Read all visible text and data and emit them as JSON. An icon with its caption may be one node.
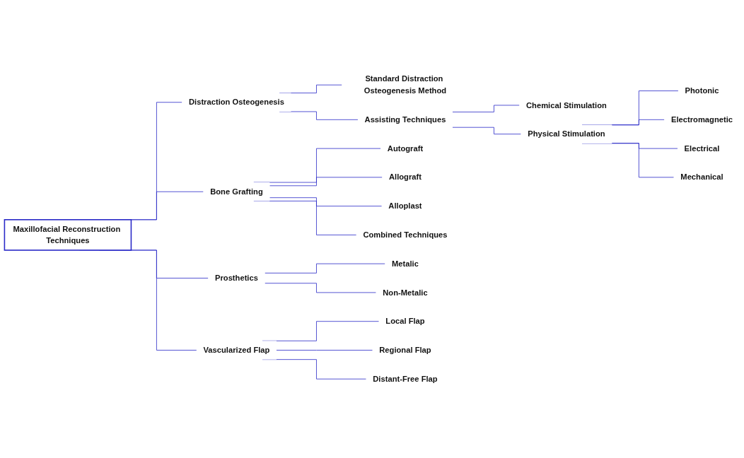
{
  "diagram": {
    "nodes": [
      {
        "text": [
          "Maxillofacial Reconstruction Techniques"
        ]
      },
      {
        "text": [
          "Distraction Osteogenesis"
        ]
      },
      {
        "text": [
          "Standard Distraction Osteogenesis Method"
        ]
      },
      {
        "text": [
          "Assisting Techniques"
        ]
      },
      {
        "text": [
          "Chemical Stimulation"
        ]
      },
      {
        "text": [
          "Physical Stimulation"
        ]
      },
      {
        "text": [
          "Photonic"
        ]
      },
      {
        "text": [
          "Electromagnetic"
        ]
      },
      {
        "text": [
          "Electrical"
        ]
      },
      {
        "text": [
          "Mechanical"
        ]
      },
      {
        "text": [
          "Bone Grafting"
        ]
      },
      {
        "text": [
          "Autograft"
        ]
      },
      {
        "text": [
          "Allograft"
        ]
      },
      {
        "text": [
          "Alloplast"
        ]
      },
      {
        "text": [
          "Combined Techniques"
        ]
      },
      {
        "text": [
          "Prosthetics"
        ]
      },
      {
        "text": [
          "Metalic"
        ]
      },
      {
        "text": [
          "Non-Metalic"
        ]
      },
      {
        "text": [
          "Vascularized Flap"
        ]
      },
      {
        "text": [
          "Local Flap"
        ]
      },
      {
        "text": [
          "Regional Flap"
        ]
      },
      {
        "text": [
          "Distant-Free Flap"
        ]
      }
    ],
    "edges": [
      {
        "from": 0,
        "to": 1,
        "arrow": "none"
      },
      {
        "from": 0,
        "to": 10,
        "arrow": "none"
      },
      {
        "from": 0,
        "to": 15,
        "arrow": "none"
      },
      {
        "from": 0,
        "to": 18,
        "arrow": "none"
      },
      {
        "from": 1,
        "to": 2,
        "arrow": "none"
      },
      {
        "from": 1,
        "to": 3,
        "arrow": "none"
      },
      {
        "from": 3,
        "to": 4,
        "arrow": "none"
      },
      {
        "from": 3,
        "to": 5,
        "arrow": "none"
      },
      {
        "from": 5,
        "to": 6,
        "arrow": "none"
      },
      {
        "from": 5,
        "to": 7,
        "arrow": "none"
      },
      {
        "from": 5,
        "to": 8,
        "arrow": "none"
      },
      {
        "from": 5,
        "to": 9,
        "arrow": "none"
      },
      {
        "from": 10,
        "to": 11,
        "arrow": "none"
      },
      {
        "from": 10,
        "to": 12,
        "arrow": "none"
      },
      {
        "from": 10,
        "to": 13,
        "arrow": "none"
      },
      {
        "from": 10,
        "to": 14,
        "arrow": "none"
      },
      {
        "from": 15,
        "to": 16,
        "arrow": "none"
      },
      {
        "from": 15,
        "to": 17,
        "arrow": "none"
      },
      {
        "from": 18,
        "to": 19,
        "arrow": "none"
      },
      {
        "from": 18,
        "to": 20,
        "arrow": "none"
      },
      {
        "from": 18,
        "to": 21,
        "arrow": "none"
      }
    ]
  }
}
